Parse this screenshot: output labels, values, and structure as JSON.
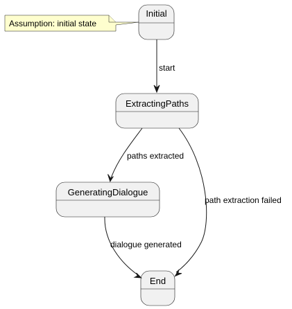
{
  "states": {
    "initial": "Initial",
    "extracting": "ExtractingPaths",
    "generating": "GeneratingDialogue",
    "end": "End"
  },
  "transitions": {
    "start": "start",
    "paths_extracted": "paths extracted",
    "extraction_failed": "path extraction failed",
    "dialogue_generated": "dialogue generated"
  },
  "note": {
    "text": "Assumption: initial state"
  },
  "colors": {
    "state_fill": "#f1f1f1",
    "note_fill": "#fefece",
    "stroke": "#181818"
  }
}
